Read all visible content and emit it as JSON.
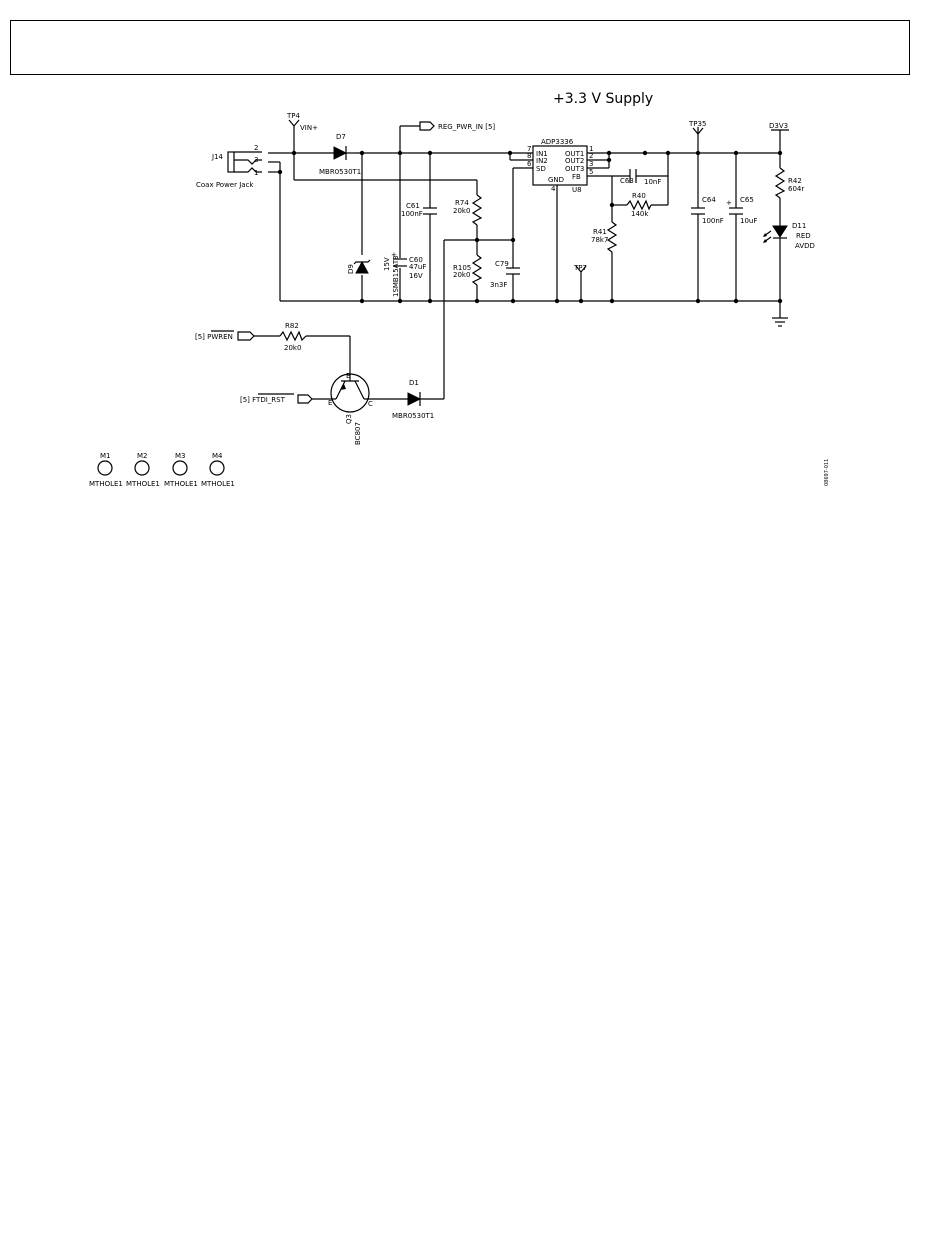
{
  "title": "+3.3 V Supply",
  "figure_code": "08697-011",
  "labels": {
    "tp4": "TP4",
    "vin_plus": "VIN+",
    "tp35": "TP35",
    "tp7": "TP7",
    "d3v3": "D3V3",
    "reg_pwr_in": "REG_PWR_IN [5]",
    "j14": "J14",
    "j14_desc": "Coax Power Jack",
    "pin2": "2",
    "pin3": "3",
    "pin1": "1",
    "d7": "D7",
    "d7_part": "MBR0530T1",
    "d9": "D9",
    "d9_part": "1SMB15AT3",
    "d9_v": "15V",
    "c60": "C60",
    "c60_val": "47uF",
    "c60_v": "16V",
    "c61": "C61",
    "c61_val": "100nF",
    "r74": "R74",
    "r74_val": "20k0",
    "r105": "R105",
    "r105_val": "20k0",
    "c79": "C79",
    "c79_val": "3n3F",
    "u8": "U8",
    "u8_part": "ADP3336",
    "in1": "IN1",
    "in2": "IN2",
    "sd": "SD",
    "gnd": "GND",
    "out1": "OUT1",
    "out2": "OUT2",
    "out3": "OUT3",
    "fb": "FB",
    "p7": "7",
    "p8": "8",
    "p6": "6",
    "p4": "4",
    "p1": "1",
    "p2": "2",
    "p3": "3",
    "p5": "5",
    "c63": "C63",
    "c63_val": "10nF",
    "r40": "R40",
    "r40_val": "140k",
    "r41": "R41",
    "r41_val": "78k7",
    "c64": "C64",
    "c64_val": "100nF",
    "c65": "C65",
    "c65_val": "10uF",
    "r42": "R42",
    "r42_val": "604r",
    "d11": "D11",
    "d11_color": "RED",
    "avdd": "AVDD",
    "pwren": "[5] PWREN",
    "r82": "R82",
    "r82_val": "20k0",
    "ftdi_rst": "[5] FTDI_RST",
    "q3": "Q3",
    "q3_part": "BC807",
    "q_b": "B",
    "q_e": "E",
    "q_c": "C",
    "d1": "D1",
    "d1_part": "MBR0530T1"
  },
  "mounting_holes": [
    {
      "ref": "M1",
      "part": "MTHOLE1"
    },
    {
      "ref": "M2",
      "part": "MTHOLE1"
    },
    {
      "ref": "M3",
      "part": "MTHOLE1"
    },
    {
      "ref": "M4",
      "part": "MTHOLE1"
    }
  ]
}
